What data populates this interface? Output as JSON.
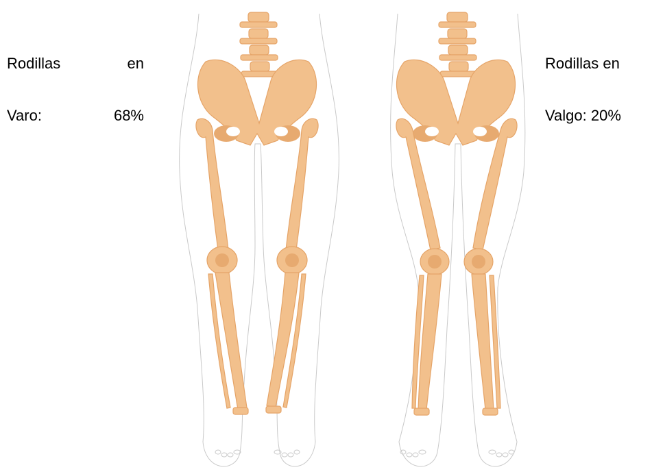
{
  "labels": {
    "varo": {
      "line1_word1": "Rodillas",
      "line1_word2": "en",
      "line2_word1": "Varo:",
      "line2_word2": "68%"
    },
    "valgo": {
      "line1": "Rodillas en",
      "line2": "Valgo: 20%"
    }
  },
  "figures": [
    {
      "name": "genu-varum-skeleton",
      "knee_alignment": "varo"
    },
    {
      "name": "genu-valgum-skeleton",
      "knee_alignment": "valgo"
    }
  ],
  "colors": {
    "bone": "#f2c08c",
    "bone_outline": "#e5a468",
    "skin_outline": "#c9c9c9",
    "background": "#ffffff"
  }
}
